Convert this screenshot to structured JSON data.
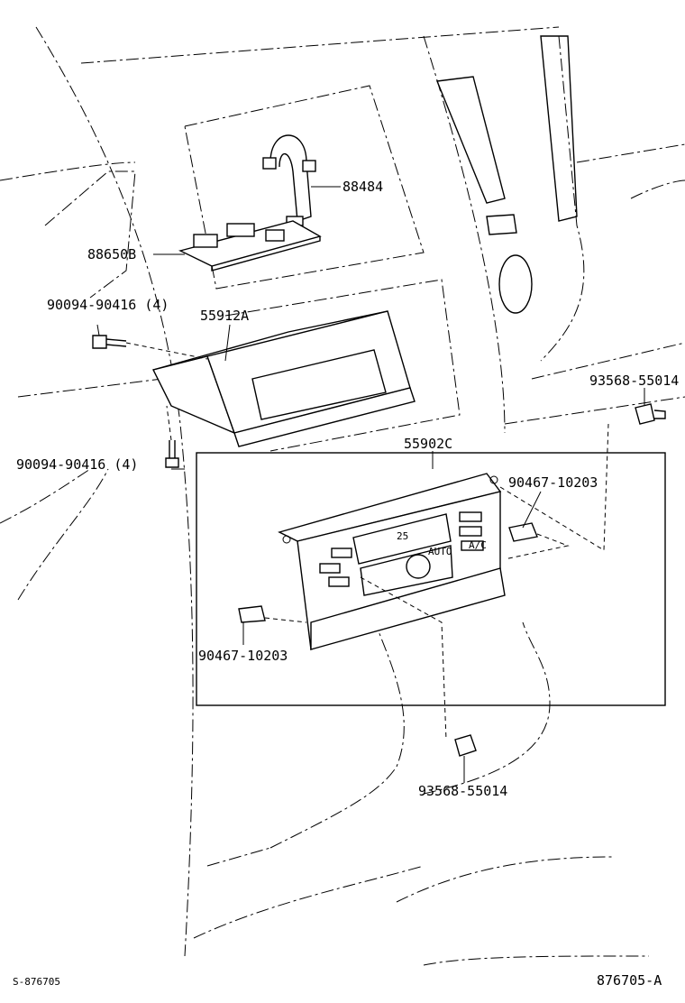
{
  "labels": {
    "p88484": "88484",
    "p88650B": "88650B",
    "screw_top": "90094-90416 (4)",
    "p55912A": "55912A",
    "bolt_right": "93568-55014",
    "p55902C": "55902C",
    "screw_left": "90094-90416 (4)",
    "clip_right": "90467-10203",
    "clip_left": "90467-10203",
    "bolt_bottom": "93568-55014"
  },
  "panel": {
    "b1": "A/C",
    "b2": "AUTO",
    "temp": "25"
  },
  "footer": {
    "left_code": "S-876705",
    "right_code": "876705-A"
  }
}
